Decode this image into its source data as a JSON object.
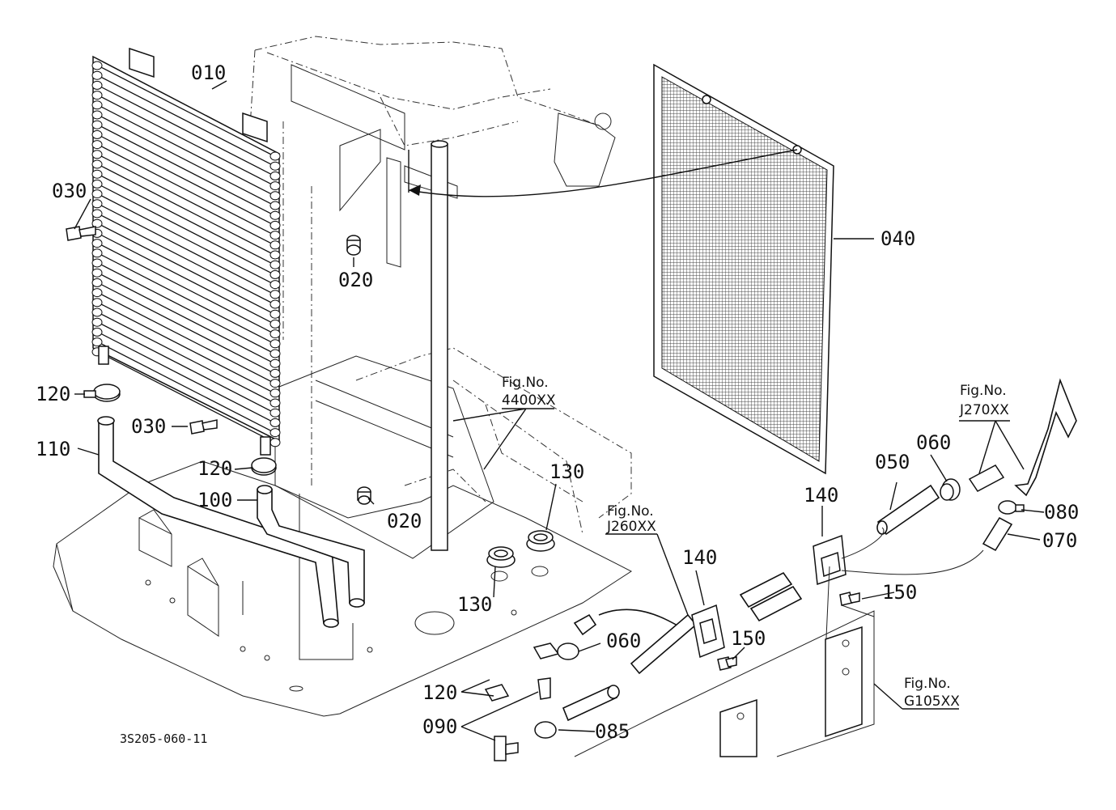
{
  "diagram_code": "3S205-060-11",
  "part_numbers": {
    "p010": "010",
    "p020a": "020",
    "p020b": "020",
    "p030a": "030",
    "p030b": "030",
    "p040": "040",
    "p050": "050",
    "p060a": "060",
    "p060b": "060",
    "p070": "070",
    "p080": "080",
    "p085": "085",
    "p090": "090",
    "p100": "100",
    "p110": "110",
    "p120a": "120",
    "p120b": "120",
    "p120c": "120",
    "p130a": "130",
    "p130b": "130",
    "p140a": "140",
    "p140b": "140",
    "p150a": "150",
    "p150b": "150"
  },
  "fig_refs": {
    "f4400": {
      "label": "Fig.No.",
      "code": "4400XX"
    },
    "fj270": {
      "label": "Fig.No.",
      "code": "J270XX"
    },
    "fj260": {
      "label": "Fig.No.",
      "code": "J260XX"
    },
    "fg105": {
      "label": "Fig.No.",
      "code": "G105XX"
    }
  }
}
